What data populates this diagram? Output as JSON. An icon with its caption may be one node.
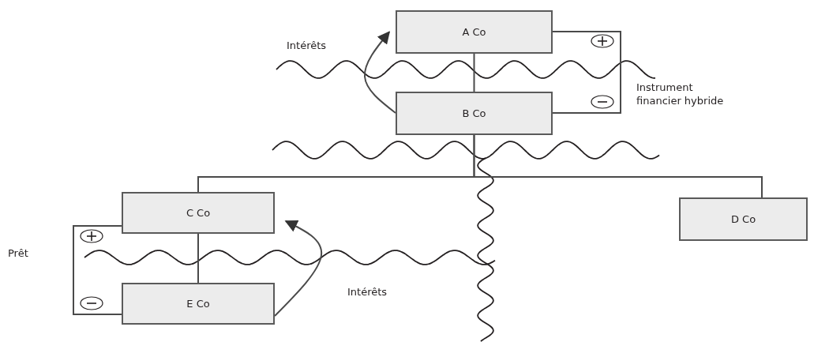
{
  "diagram": {
    "nodes": [
      {
        "text": [
          "A Co"
        ]
      },
      {
        "text": [
          "B Co"
        ]
      },
      {
        "text": [
          "C Co"
        ]
      },
      {
        "text": [
          "D Co"
        ]
      },
      {
        "text": [
          "E Co"
        ]
      }
    ],
    "edges": [
      {
        "from": 0,
        "to": 1,
        "arrow": "none"
      },
      {
        "from": 1,
        "to": 2,
        "arrow": "none"
      },
      {
        "from": 1,
        "to": 3,
        "arrow": "none"
      },
      {
        "from": 2,
        "to": 4,
        "arrow": "none"
      },
      {
        "from": 1,
        "to": 0,
        "arrow": "to",
        "label": "Intérêts"
      },
      {
        "from": 0,
        "to": 1,
        "arrow": "none",
        "label": "Instrument financier hybride"
      },
      {
        "from": 2,
        "to": 4,
        "arrow": "none",
        "label": "Prêt"
      },
      {
        "from": 4,
        "to": 2,
        "arrow": "to",
        "label": "Intérêts"
      }
    ]
  }
}
